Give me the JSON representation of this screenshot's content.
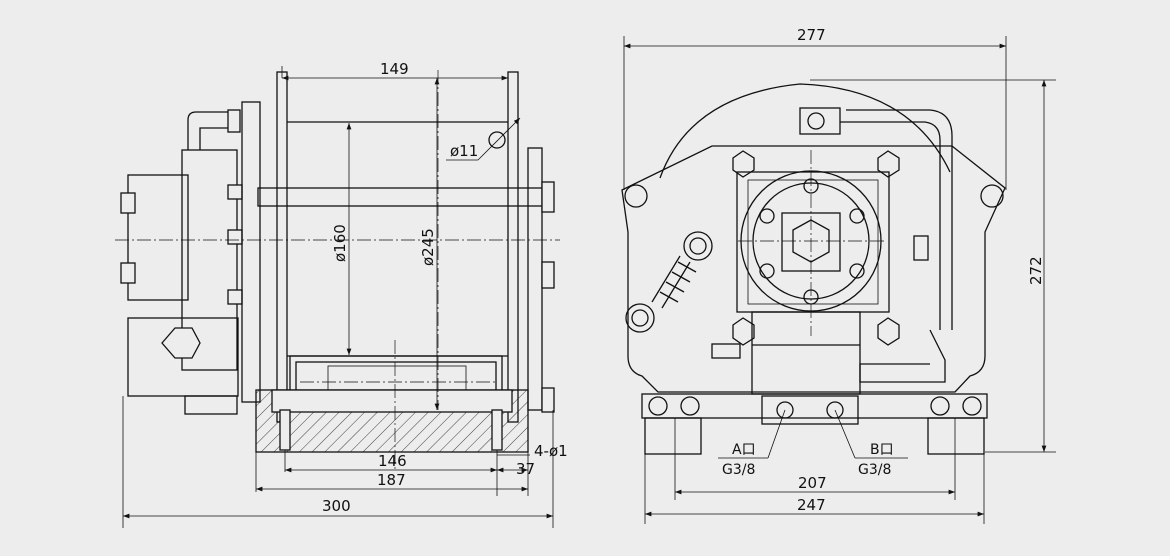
{
  "drawing": {
    "side_view": {
      "dim_top": "149",
      "dim_hole": "ø11",
      "dim_drum": "ø160",
      "dim_flange": "ø245",
      "dim_inner": "146",
      "dim_bolt_span": "187",
      "dim_overall": "300",
      "dim_foot": "37",
      "dim_bolt_holes": "4-ø1"
    },
    "front_view": {
      "dim_width": "277",
      "dim_height": "272",
      "dim_base_inner": "207",
      "dim_base_outer": "247",
      "port_a_name": "A口",
      "port_a_thread": "G3/8",
      "port_b_name": "B口",
      "port_b_thread": "G3/8"
    }
  }
}
